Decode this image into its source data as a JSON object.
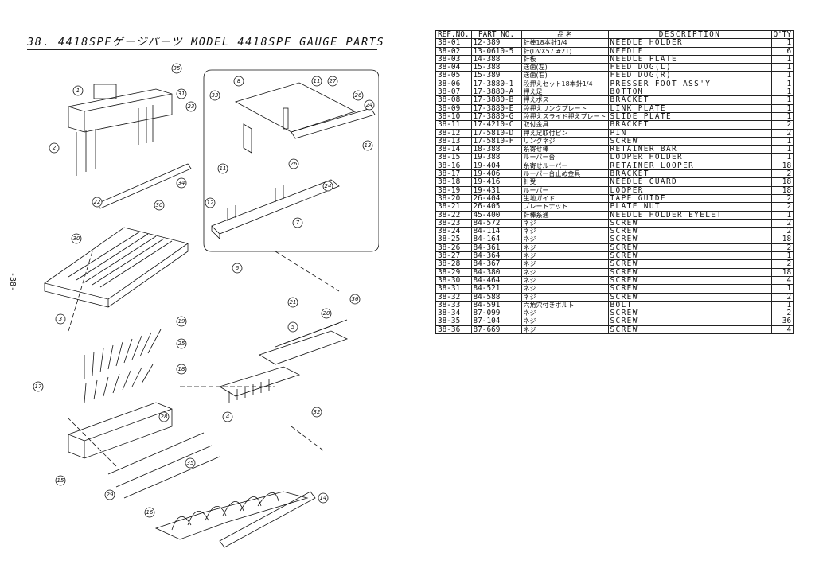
{
  "title": "38. 4418SPFゲージパーツ MODEL 4418SPF GAUGE PARTS",
  "page_number": "-38-",
  "table": {
    "headers": [
      "REF.NO.",
      "PART NO.",
      "品  名",
      "DESCRIPTION",
      "Q'TY"
    ],
    "rows": [
      [
        "38-01",
        "12-389",
        "針棒18本針1/4",
        "NEEDLE HOLDER",
        "1"
      ],
      [
        "38-02",
        "13-0610-5",
        "針(DVX57 #21)",
        "NEEDLE",
        "6"
      ],
      [
        "38-03",
        "14-388",
        "針板",
        "NEEDLE PLATE",
        "1"
      ],
      [
        "38-04",
        "15-388",
        "送歯(左)",
        "FEED DOG(L)",
        "1"
      ],
      [
        "38-05",
        "15-389",
        "送歯(右)",
        "FEED DOG(R)",
        "1"
      ],
      [
        "38-06",
        "17-3880-1",
        "段押えセット18本針1/4",
        "PRESSER FOOT ASS'Y",
        "1"
      ],
      [
        "38-07",
        "17-3880-A",
        "押え足",
        "BOTTOM",
        "1"
      ],
      [
        "38-08",
        "17-3880-B",
        "押えボス",
        "BRACKET",
        "1"
      ],
      [
        "38-09",
        "17-3880-E",
        "段押えリンクプレート",
        "LINK PLATE",
        "1"
      ],
      [
        "38-10",
        "17-3880-G",
        "段押えスライド押えプレート",
        "SLIDE PLATE",
        "1"
      ],
      [
        "38-11",
        "17-4210-C",
        "取付金具",
        "BRACKET",
        "2"
      ],
      [
        "38-12",
        "17-5810-D",
        "押え足取付ピン",
        "PIN",
        "2"
      ],
      [
        "38-13",
        "17-5810-F",
        "リンクネジ",
        "SCREW",
        "1"
      ],
      [
        "38-14",
        "18-388",
        "糸寄せ棒",
        "RETAINER BAR",
        "1"
      ],
      [
        "38-15",
        "19-388",
        "ルーパー台",
        "LOOPER HOLDER",
        "1"
      ],
      [
        "38-16",
        "19-404",
        "糸寄せルーパー",
        "RETAINER LOOPER",
        "18"
      ],
      [
        "38-17",
        "19-406",
        "ルーパー台止め金具",
        "BRACKET",
        "2"
      ],
      [
        "38-18",
        "19-416",
        "針受",
        "NEEDLE GUARD",
        "18"
      ],
      [
        "38-19",
        "19-431",
        "ルーパー",
        "LOOPER",
        "18"
      ],
      [
        "38-20",
        "26-404",
        "生地ガイド",
        "TAPE GUIDE",
        "2"
      ],
      [
        "38-21",
        "26-405",
        "プレートナット",
        "PLATE NUT",
        "2"
      ],
      [
        "38-22",
        "45-400",
        "針棒糸通",
        "NEEDLE HOLDER EYELET",
        "1"
      ],
      [
        "38-23",
        "84-572",
        "ネジ",
        "SCREW",
        "2"
      ],
      [
        "38-24",
        "84-114",
        "ネジ",
        "SCREW",
        "2"
      ],
      [
        "38-25",
        "84-164",
        "ネジ",
        "SCREW",
        "18"
      ],
      [
        "38-26",
        "84-361",
        "ネジ",
        "SCREW",
        "2"
      ],
      [
        "38-27",
        "84-364",
        "ネジ",
        "SCREW",
        "1"
      ],
      [
        "38-28",
        "84-367",
        "ネジ",
        "SCREW",
        "2"
      ],
      [
        "38-29",
        "84-380",
        "ネジ",
        "SCREW",
        "18"
      ],
      [
        "38-30",
        "84-464",
        "ネジ",
        "SCREW",
        "4"
      ],
      [
        "38-31",
        "84-521",
        "ネジ",
        "SCREW",
        "1"
      ],
      [
        "38-32",
        "84-588",
        "ネジ",
        "SCREW",
        "2"
      ],
      [
        "38-33",
        "84-591",
        "六角穴付きボルト",
        "BOLT",
        "1"
      ],
      [
        "38-34",
        "87-099",
        "ネジ",
        "SCREW",
        "2"
      ],
      [
        "38-35",
        "87-104",
        "ネジ",
        "SCREW",
        "36"
      ],
      [
        "38-36",
        "87-669",
        "ネジ",
        "SCREW",
        "4"
      ]
    ]
  },
  "callouts": [
    "1",
    "2",
    "3",
    "4",
    "5",
    "6",
    "7",
    "8",
    "11",
    "11",
    "12",
    "13",
    "14",
    "15",
    "16",
    "17",
    "18",
    "19",
    "20",
    "21",
    "22",
    "23",
    "24",
    "24",
    "25",
    "26",
    "26",
    "27",
    "28",
    "29",
    "30",
    "30",
    "31",
    "32",
    "33",
    "34",
    "35",
    "35",
    "36"
  ]
}
